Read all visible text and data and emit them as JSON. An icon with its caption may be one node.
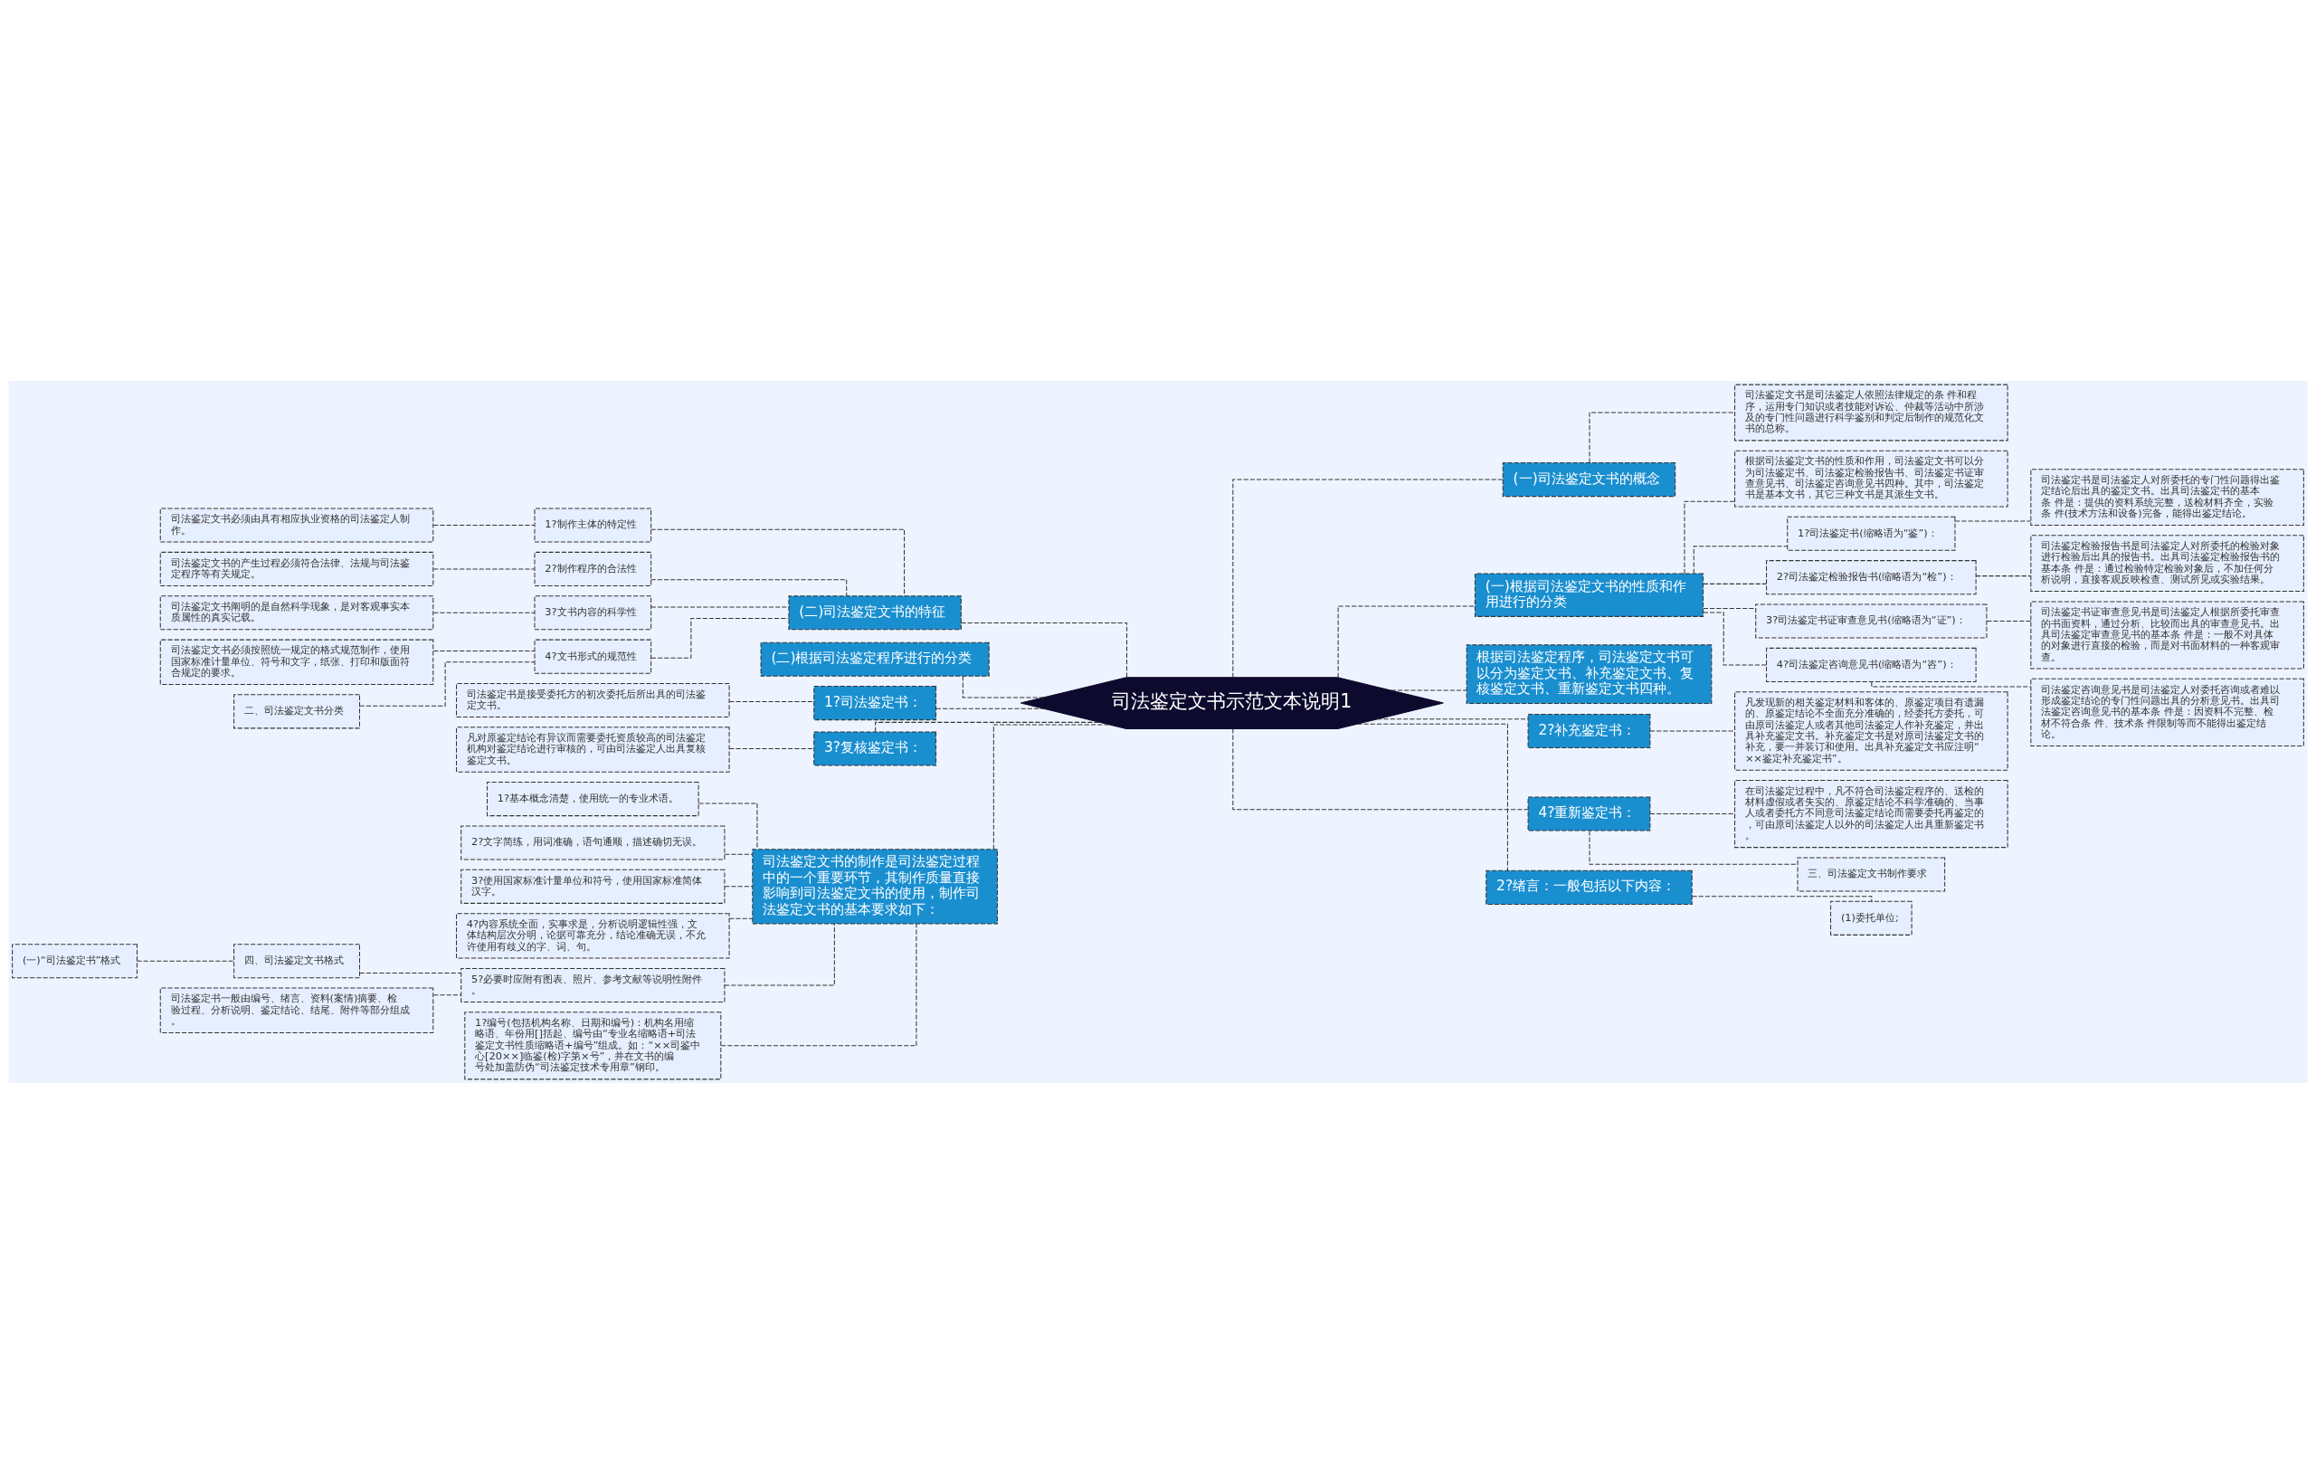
{
  "diagram": {
    "nodes": [
      {
        "text": [
          "司法鉴定文书示范文本说明1"
        ]
      },
      {
        "text": [
          "(一)司法鉴定文书的概念"
        ]
      },
      {
        "text": [
          "司法鉴定文书是司法鉴定人依照法律规定的条 件和程序，运用专门知识或者技能对诉讼、仲裁等活动中所涉及的专门性问题进行科学鉴别和判定后制作的规范化文书的总称。"
        ]
      },
      {
        "text": [
          "(一)根据司法鉴定文书的性质和作用进行的分类"
        ]
      },
      {
        "text": [
          "根据司法鉴定文书的性质和作用，司法鉴定文书可以分为司法鉴定书、司法鉴定检验报告书、司法鉴定书证审查意见书、司法鉴定咨询意见书四种。其中，司法鉴定书是基本文书，其它三种文书是其派生文书。"
        ]
      },
      {
        "text": [
          "1?司法鉴定书(缩略语为“鉴”)："
        ]
      },
      {
        "text": [
          "司法鉴定书是司法鉴定人对所委托的专门性问题得出鉴定结论后出具的鉴定文书。出具司法鉴定书的基本条 件是：提供的资料系统完整，送检材料齐全，实验条 件(技术方法和设备)完备，能得出鉴定结论。"
        ]
      },
      {
        "text": [
          "2?司法鉴定检验报告书(缩略语为“检”)："
        ]
      },
      {
        "text": [
          "司法鉴定检验报告书是司法鉴定人对所委托的检验对象进行检验后出具的报告书。出具司法鉴定检验报告书的基本条 件是：通过检验特定检验对象后，不加任何分析说明，直接客观反映检查、测试所见或实验结果。"
        ]
      },
      {
        "text": [
          "3?司法鉴定书证审查意见书(缩略语为“证”)："
        ]
      },
      {
        "text": [
          "司法鉴定书证审查意见书是司法鉴定人根据所委托审查的书面资料，通过分析、比较而出具的审查意见书。出具司法鉴定审查意见书的基本条 件是：一般不对具体的对象进行直接的检验，而是对书面材料的一种客观审查。"
        ]
      },
      {
        "text": [
          "4?司法鉴定咨询意见书(缩略语为“咨”)："
        ]
      },
      {
        "text": [
          "司法鉴定咨询意见书是司法鉴定人对委托咨询或者难以形成鉴定结论的专门性问题出具的分析意见书。出具司法鉴定咨询意见书的基本条 件是：因资料不完整、检材不符合条 件、技术条 件限制等而不能得出鉴定结论。"
        ]
      },
      {
        "text": [
          "根据司法鉴定程序，司法鉴定文书可以分为鉴定文书、补充鉴定文书、复核鉴定文书、重新鉴定文书四种。"
        ]
      },
      {
        "text": [
          "2?补充鉴定书："
        ]
      },
      {
        "text": [
          "凡发现新的相关鉴定材料和客体的、原鉴定项目有遗漏的、原鉴定结论不全面充分准确的，经委托方委托，可由原司法鉴定人或者其他司法鉴定人作补充鉴定，并出具补充鉴定文书。补充鉴定文书是对原司法鉴定文书的补充，要一并装订和使用。出具补充鉴定文书应注明“××鉴定补充鉴定书”。"
        ]
      },
      {
        "text": [
          "4?重新鉴定书："
        ]
      },
      {
        "text": [
          "在司法鉴定过程中，凡不符合司法鉴定程序的、送检的材料虚假或者失实的、原鉴定结论不科学准确的、当事人或者委托方不同意司法鉴定结论而需要委托再鉴定的，可由原司法鉴定人以外的司法鉴定人出具重新鉴定书。"
        ]
      },
      {
        "text": [
          "三、司法鉴定文书制作要求"
        ]
      },
      {
        "text": [
          "2?绪言：一般包括以下内容："
        ]
      },
      {
        "text": [
          "(1)委托单位;"
        ]
      },
      {
        "text": [
          "(二)司法鉴定文书的特征"
        ]
      },
      {
        "text": [
          "1?制作主体的特定性"
        ]
      },
      {
        "text": [
          "司法鉴定文书必须由具有相应执业资格的司法鉴定人制作。"
        ]
      },
      {
        "text": [
          "2?制作程序的合法性"
        ]
      },
      {
        "text": [
          "司法鉴定文书的产生过程必须符合法律、法规与司法鉴定程序等有关规定。"
        ]
      },
      {
        "text": [
          "3?文书内容的科学性"
        ]
      },
      {
        "text": [
          "司法鉴定文书阐明的是自然科学现象，是对客观事实本质属性的真实记载。"
        ]
      },
      {
        "text": [
          "4?文书形式的规范性"
        ]
      },
      {
        "text": [
          "司法鉴定文书必须按照统一规定的格式规范制作，使用国家标准计量单位、符号和文字，纸张、打印和版面符合规定的要求。"
        ]
      },
      {
        "text": [
          "二、司法鉴定文书分类"
        ]
      },
      {
        "text": [
          "(二)根据司法鉴定程序进行的分类"
        ]
      },
      {
        "text": [
          "1?司法鉴定书："
        ]
      },
      {
        "text": [
          "司法鉴定书是接受委托方的初次委托后所出具的司法鉴定文书。"
        ]
      },
      {
        "text": [
          "3?复核鉴定书："
        ]
      },
      {
        "text": [
          "凡对原鉴定结论有异议而需要委托资质较高的司法鉴定机构对鉴定结论进行审核的，可由司法鉴定人出具复核鉴定文书。"
        ]
      },
      {
        "text": [
          "司法鉴定文书的制作是司法鉴定过程中的一个重要环节，其制作质量直接影响到司法鉴定文书的使用，制作司法鉴定文书的基本要求如下："
        ]
      },
      {
        "text": [
          "1?基本概念清楚，使用统一的专业术语。"
        ]
      },
      {
        "text": [
          "2?文字简练，用词准确，语句通顺，描述确切无误。"
        ]
      },
      {
        "text": [
          "3?使用国家标准计量单位和符号，使用国家标准简体汉字。"
        ]
      },
      {
        "text": [
          "4?内容系统全面，实事求是，分析说明逻辑性强，文体结构层次分明，论据可靠充分，结论准确无误，不允许使用有歧义的字、词、句。"
        ]
      },
      {
        "text": [
          "5?必要时应附有图表、照片、参考文献等说明性附件。"
        ]
      },
      {
        "text": [
          "四、司法鉴定文书格式"
        ]
      },
      {
        "text": [
          "(一)“司法鉴定书”格式"
        ]
      },
      {
        "text": [
          "司法鉴定书一般由编号、绪言、资料(案情)摘要、检验过程、分析说明、鉴定结论、结尾、附件等部分组成。"
        ]
      },
      {
        "text": [
          "1?编号(包括机构名称、日期和编号)：机构名用缩略语、年份用[]括起、编号由“专业名缩略语+司法鉴定文书性质缩略语+编号”组成。如：“××司鉴中心[20××]临鉴(检)字第×号”，并在文书的编号处加盖防伪“司法鉴定技术专用章”钢印。"
        ]
      }
    ],
    "edges": [
      {
        "from": 0,
        "to": 1,
        "arrow": "none"
      },
      {
        "from": 1,
        "to": 2,
        "arrow": "none"
      },
      {
        "from": 0,
        "to": 3,
        "arrow": "none"
      },
      {
        "from": 3,
        "to": 4,
        "arrow": "none"
      },
      {
        "from": 3,
        "to": 5,
        "arrow": "none"
      },
      {
        "from": 5,
        "to": 6,
        "arrow": "none"
      },
      {
        "from": 3,
        "to": 7,
        "arrow": "none"
      },
      {
        "from": 7,
        "to": 8,
        "arrow": "none"
      },
      {
        "from": 3,
        "to": 9,
        "arrow": "none"
      },
      {
        "from": 9,
        "to": 10,
        "arrow": "none"
      },
      {
        "from": 3,
        "to": 11,
        "arrow": "none"
      },
      {
        "from": 11,
        "to": 12,
        "arrow": "none"
      },
      {
        "from": 0,
        "to": 13,
        "arrow": "none"
      },
      {
        "from": 0,
        "to": 14,
        "arrow": "none"
      },
      {
        "from": 14,
        "to": 15,
        "arrow": "none"
      },
      {
        "from": 0,
        "to": 16,
        "arrow": "none"
      },
      {
        "from": 16,
        "to": 17,
        "arrow": "none"
      },
      {
        "from": 16,
        "to": 18,
        "arrow": "none"
      },
      {
        "from": 0,
        "to": 19,
        "arrow": "none"
      },
      {
        "from": 19,
        "to": 20,
        "arrow": "none"
      },
      {
        "from": 21,
        "to": 0,
        "arrow": "none"
      },
      {
        "from": 22,
        "to": 21,
        "arrow": "none"
      },
      {
        "from": 23,
        "to": 22,
        "arrow": "none"
      },
      {
        "from": 24,
        "to": 21,
        "arrow": "none"
      },
      {
        "from": 25,
        "to": 24,
        "arrow": "none"
      },
      {
        "from": 26,
        "to": 21,
        "arrow": "none"
      },
      {
        "from": 27,
        "to": 26,
        "arrow": "none"
      },
      {
        "from": 28,
        "to": 21,
        "arrow": "none"
      },
      {
        "from": 29,
        "to": 28,
        "arrow": "none"
      },
      {
        "from": 30,
        "to": 28,
        "arrow": "none"
      },
      {
        "from": 31,
        "to": 0,
        "arrow": "none"
      },
      {
        "from": 32,
        "to": 0,
        "arrow": "none"
      },
      {
        "from": 33,
        "to": 32,
        "arrow": "none"
      },
      {
        "from": 34,
        "to": 0,
        "arrow": "none"
      },
      {
        "from": 35,
        "to": 34,
        "arrow": "none"
      },
      {
        "from": 36,
        "to": 0,
        "arrow": "none"
      },
      {
        "from": 37,
        "to": 36,
        "arrow": "none"
      },
      {
        "from": 38,
        "to": 36,
        "arrow": "none"
      },
      {
        "from": 39,
        "to": 36,
        "arrow": "none"
      },
      {
        "from": 40,
        "to": 36,
        "arrow": "none"
      },
      {
        "from": 41,
        "to": 36,
        "arrow": "none"
      },
      {
        "from": 42,
        "to": 41,
        "arrow": "none"
      },
      {
        "from": 43,
        "to": 42,
        "arrow": "none"
      },
      {
        "from": 44,
        "to": 41,
        "arrow": "none"
      },
      {
        "from": 45,
        "to": 36,
        "arrow": "none"
      }
    ]
  }
}
